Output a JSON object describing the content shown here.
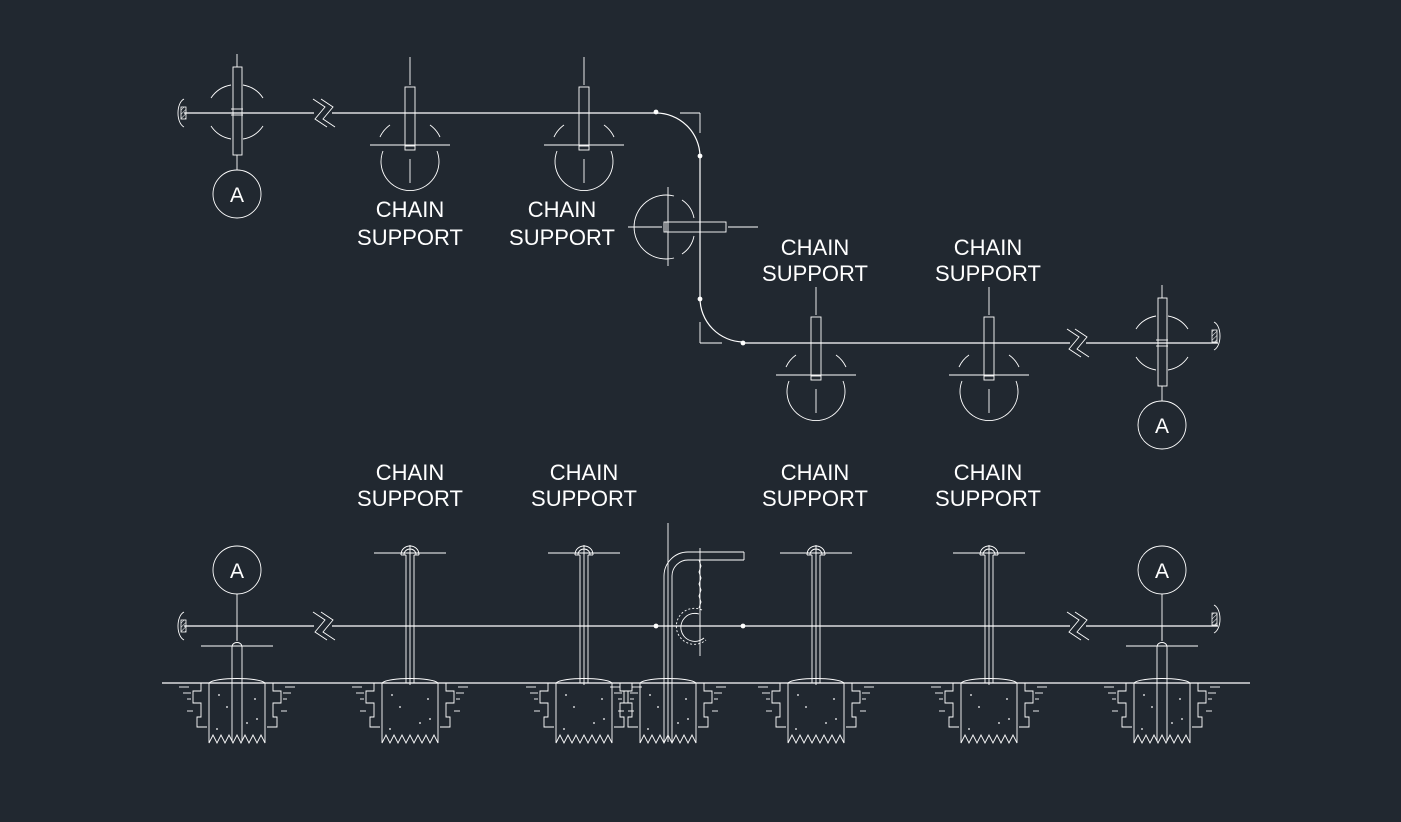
{
  "colors": {
    "background": "#212830",
    "lines": "#ffffff"
  },
  "plan": {
    "labels": [
      {
        "line1": "CHAIN",
        "line2": "SUPPORT"
      },
      {
        "line1": "CHAIN",
        "line2": "SUPPORT"
      },
      {
        "line1": "CHAIN",
        "line2": "SUPPORT"
      },
      {
        "line1": "CHAIN",
        "line2": "SUPPORT"
      }
    ],
    "tags": [
      "A",
      "A"
    ]
  },
  "elevation": {
    "labels": [
      {
        "line1": "CHAIN",
        "line2": "SUPPORT"
      },
      {
        "line1": "CHAIN",
        "line2": "SUPPORT"
      },
      {
        "line1": "CHAIN",
        "line2": "SUPPORT"
      },
      {
        "line1": "CHAIN",
        "line2": "SUPPORT"
      }
    ],
    "tags": [
      "A",
      "A"
    ]
  }
}
